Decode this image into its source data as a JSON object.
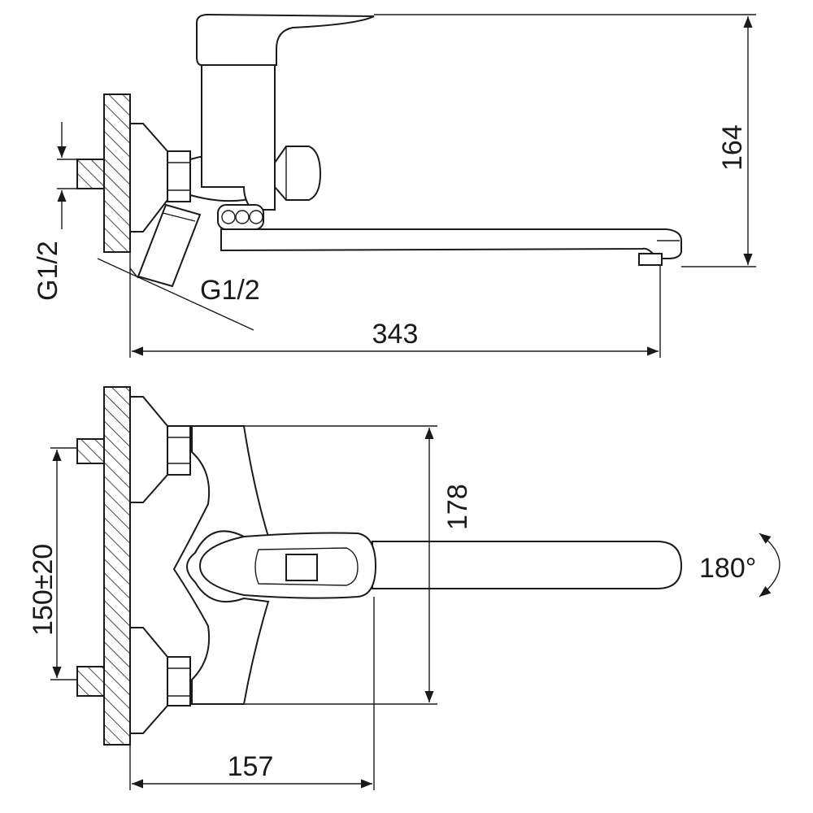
{
  "colors": {
    "line": "#1a1a1a",
    "background": "#ffffff"
  },
  "dimensions": {
    "overall_height": "164",
    "thread_wall": "G1/2",
    "thread_inlet": "G1/2",
    "spout_reach": "343",
    "body_height": "178",
    "inlet_spacing": "150±20",
    "body_depth": "157",
    "spout_rotation": "180°"
  }
}
